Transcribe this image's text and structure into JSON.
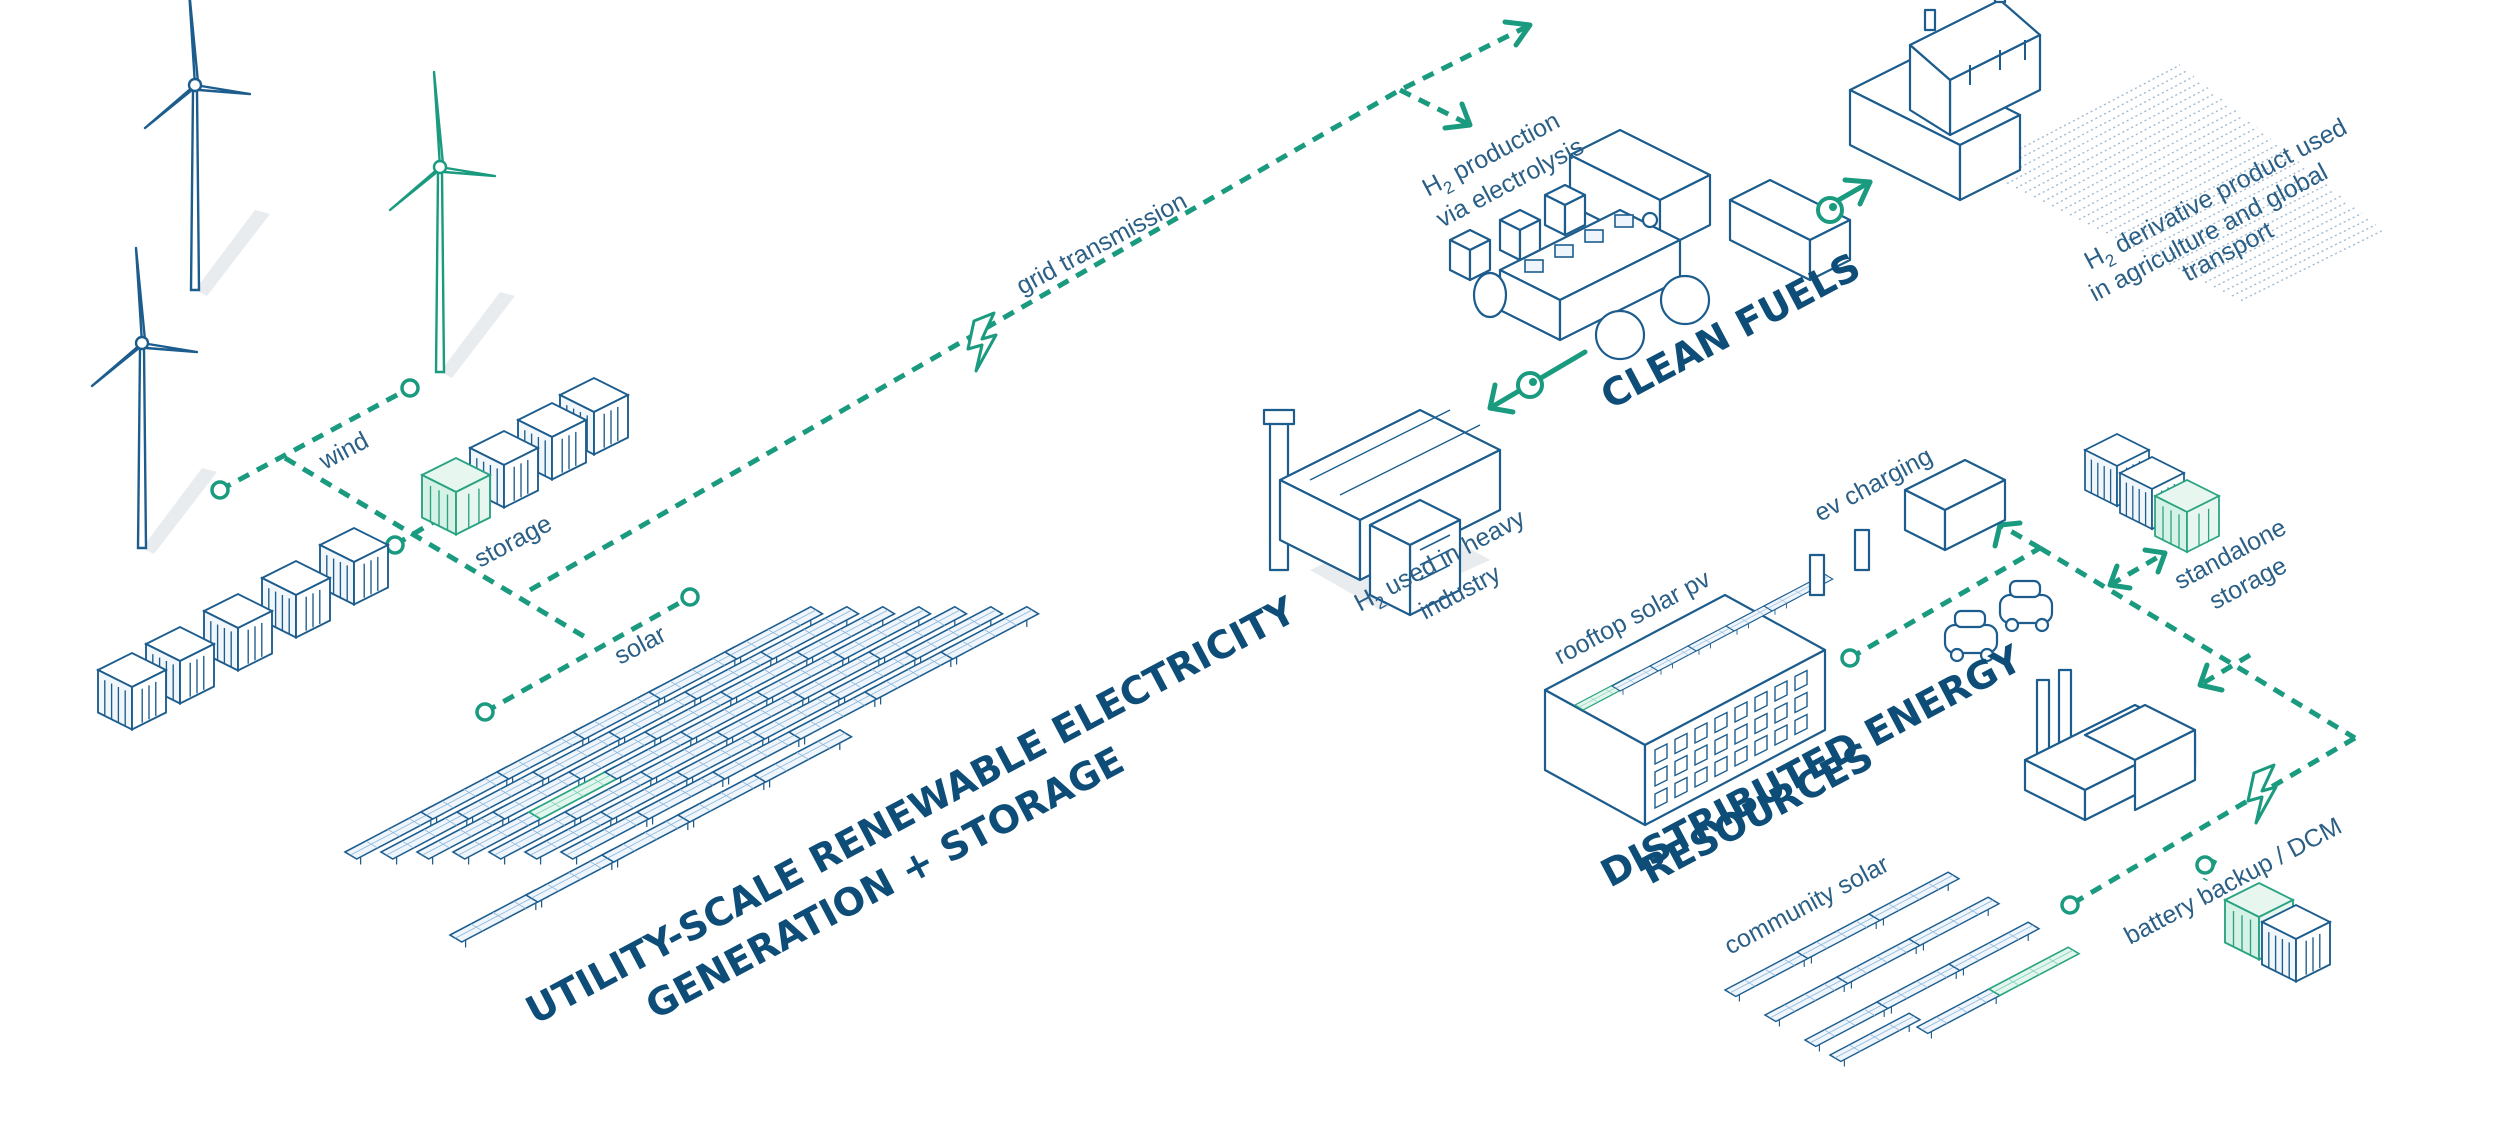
{
  "headings": {
    "utility_line1": "UTILITY-SCALE RENEWABLE ELECTRICITY",
    "utility_line2": "GENERATION + STORAGE",
    "clean_fuels": "CLEAN FUELS",
    "der_line1": "DISTRIBUTED ENERGY",
    "der_line2": "RESOURCES"
  },
  "labels": {
    "wind": "wind",
    "storage": "storage",
    "solar": "solar",
    "grid_transmission": "grid transmission",
    "h2_production_line1": "H",
    "h2_production_line1_sub": "2",
    "h2_production_line1_rest": " production",
    "h2_production_line2": "via electrolysis",
    "h2_derivative_line1": "H",
    "h2_derivative_line1_sub": "2",
    "h2_derivative_line1_rest": " derivative product used",
    "h2_derivative_line2": "in agriculture and global",
    "h2_derivative_line3": "transport",
    "h2_industry_line1": "H",
    "h2_industry_line1_sub": "2",
    "h2_industry_line1_rest": " used in heavy",
    "h2_industry_line2": "industry",
    "ev_charging": "ev charging",
    "standalone_line1": "standalone",
    "standalone_line2": "storage",
    "rooftop_solar": "rooftop solar pv",
    "community_solar": "community solar",
    "battery_backup": "battery backup / DCM"
  },
  "colors": {
    "navy": "#0d4d78",
    "line_blue": "#1d5d8e",
    "teal": "#1a9a7f",
    "highlight_green": "#2aa382"
  },
  "icons": [
    "wind-turbine-icon",
    "battery-container-icon",
    "solar-panel-icon",
    "lightning-bolt-icon",
    "hydrogen-plant-icon",
    "factory-icon",
    "barn-icon",
    "ev-charger-icon",
    "car-icon",
    "office-building-icon"
  ]
}
